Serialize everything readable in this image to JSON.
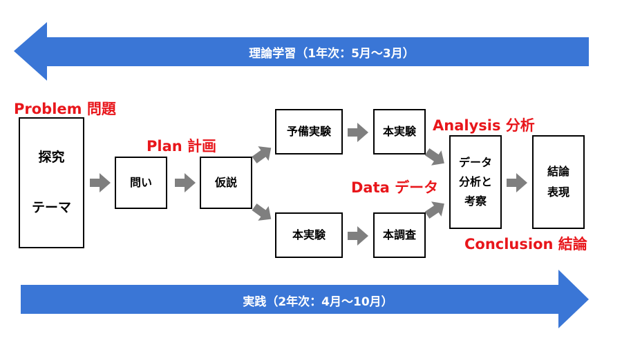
{
  "bands": {
    "top": "理論学習（1年次：5月～3月）",
    "bottom": "実践（2年次：4月～10月）"
  },
  "labels": {
    "problem": "Problem 問題",
    "plan": "Plan 計画",
    "analysis": "Analysis 分析",
    "data": "Data データ",
    "conclusion": "Conclusion 結論"
  },
  "boxes": {
    "theme_line1": "探究",
    "theme_line2": "テーマ",
    "question": "問い",
    "hypothesis": "仮説",
    "prelim": "予備実験",
    "main_exp_top": "本実験",
    "main_exp_bottom": "本実験",
    "main_survey": "本調査",
    "analysis_line1": "データ",
    "analysis_line2": "分析と",
    "analysis_line3": "考察",
    "conclusion_line1": "結論",
    "conclusion_line2": "表現"
  },
  "colors": {
    "band": "#3a76d6",
    "arrow": "#7f7f7f",
    "label": "#e8161b"
  }
}
